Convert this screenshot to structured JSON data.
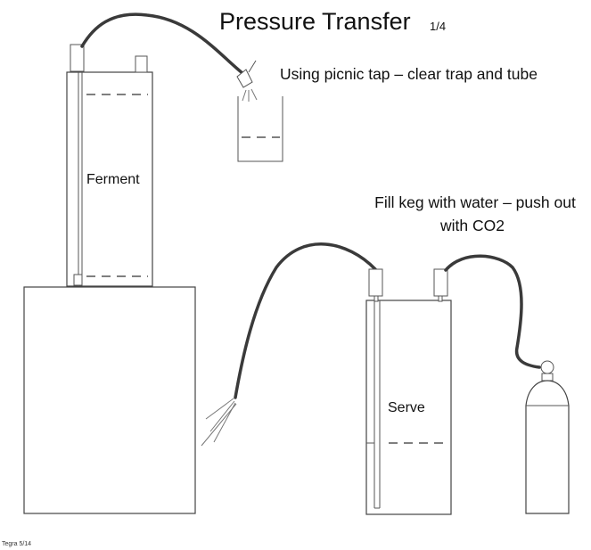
{
  "title": {
    "main": "Pressure Transfer",
    "fraction": "1/4"
  },
  "captions": {
    "picnic_tap": "Using picnic tap – clear trap and tube",
    "fill_keg_line1": "Fill keg with water – push out",
    "fill_keg_line2": "with CO2"
  },
  "vessels": {
    "ferment_label": "Ferment",
    "serve_label": "Serve"
  },
  "footer": "Tegra 5/14",
  "colors": {
    "hose": "#3a3a3a",
    "outline": "#444444",
    "background": "#ffffff"
  }
}
